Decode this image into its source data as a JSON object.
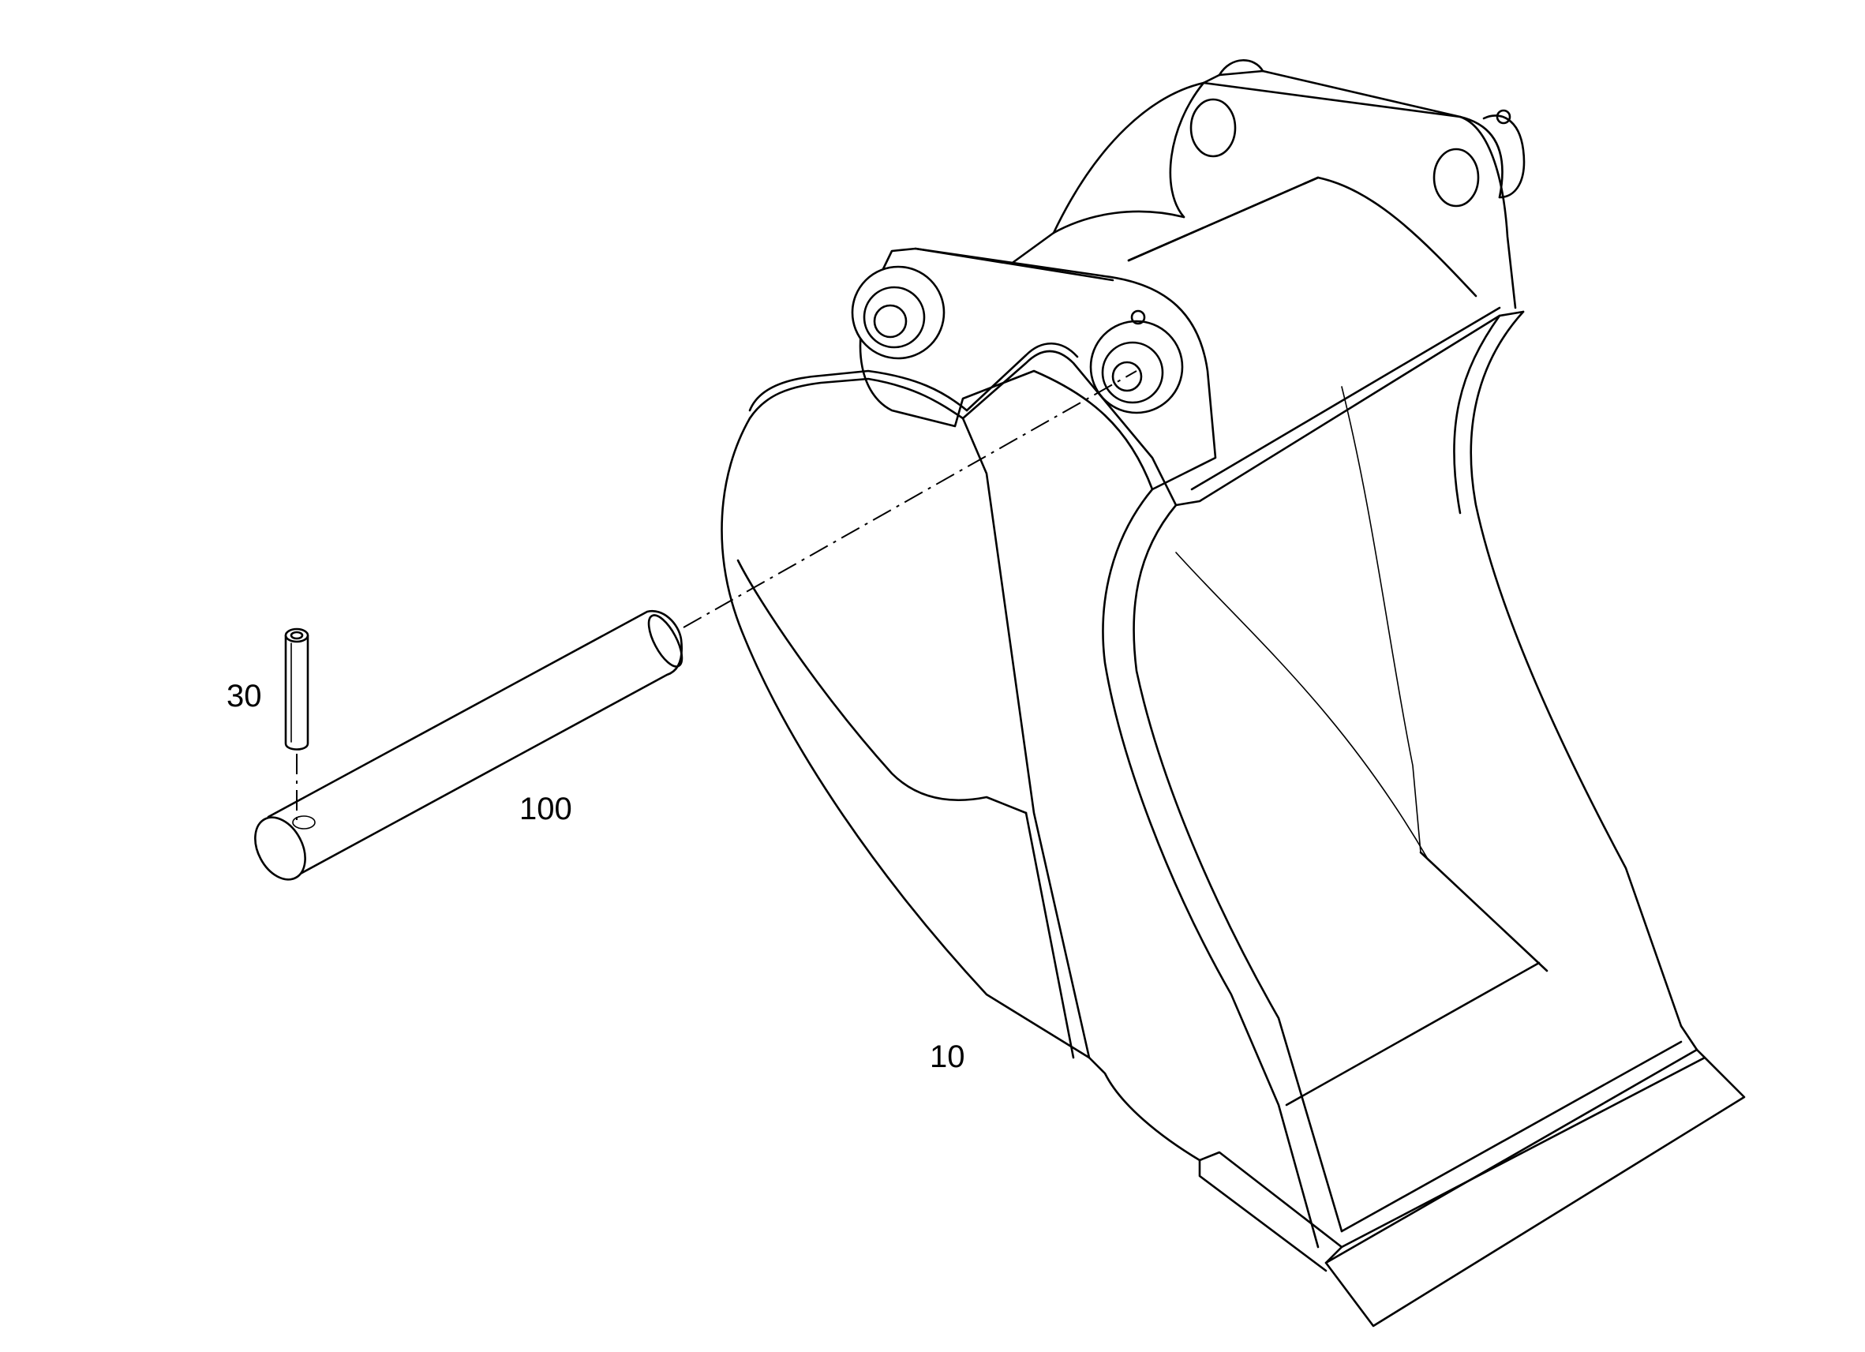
{
  "callouts": {
    "bucket": "10",
    "roll_pin": "30",
    "hinge_pin": "100"
  }
}
